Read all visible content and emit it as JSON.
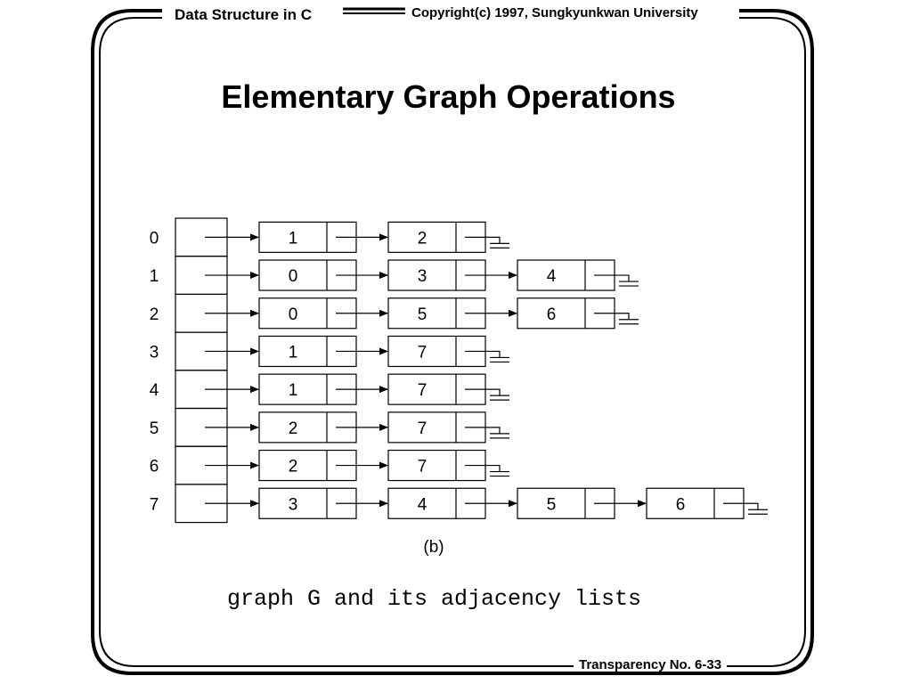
{
  "header": {
    "left_title": "Data Structure in C",
    "right_title": "Copyright(c) 1997, Sungkyunkwan University"
  },
  "title": "Elementary Graph Operations",
  "adjacency_lists": [
    {
      "vertex": "0",
      "nodes": [
        "1",
        "2"
      ]
    },
    {
      "vertex": "1",
      "nodes": [
        "0",
        "3",
        "4"
      ]
    },
    {
      "vertex": "2",
      "nodes": [
        "0",
        "5",
        "6"
      ]
    },
    {
      "vertex": "3",
      "nodes": [
        "1",
        "7"
      ]
    },
    {
      "vertex": "4",
      "nodes": [
        "1",
        "7"
      ]
    },
    {
      "vertex": "5",
      "nodes": [
        "2",
        "7"
      ]
    },
    {
      "vertex": "6",
      "nodes": [
        "2",
        "7"
      ]
    },
    {
      "vertex": "7",
      "nodes": [
        "3",
        "4",
        "5",
        "6"
      ]
    }
  ],
  "subcaption": "(b)",
  "caption": "graph G and its adjacency lists",
  "footer": "Transparency  No. 6-33"
}
